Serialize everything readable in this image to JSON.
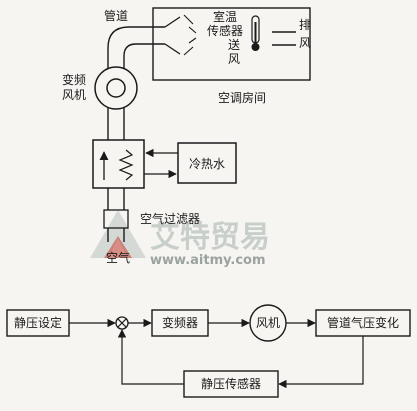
{
  "labels": {
    "duct": "管道",
    "room_temp_sensor": [
      "室温",
      "传感器"
    ],
    "supply_air": [
      "送",
      "风"
    ],
    "exhaust": [
      "排",
      "风"
    ],
    "vfd_fan": [
      "变频",
      "风机"
    ],
    "ac_room": "空调房间",
    "chilled_hot_water": "冷热水",
    "air_filter": "空气过滤器",
    "air": "空气"
  },
  "block_diagram": {
    "static_pressure_setting": "静压设定",
    "inverter": "变频器",
    "fan": "风机",
    "duct_pressure_change": "管道气压变化",
    "static_pressure_sensor": "静压传感器"
  },
  "watermark": {
    "brand": "艾特贸易",
    "url": "www.aitmy.com"
  }
}
